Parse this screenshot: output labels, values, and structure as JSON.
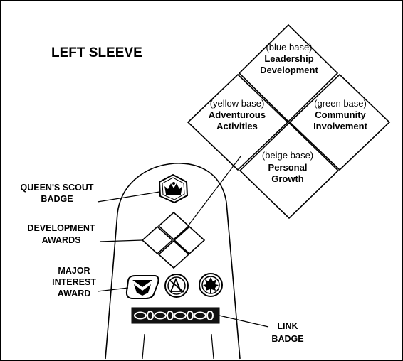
{
  "title": "LEFT SLEEVE",
  "diamonds": {
    "top": {
      "base": "(blue base)",
      "line1": "Leadership",
      "line2": "Development"
    },
    "left": {
      "base": "(yellow base)",
      "line1": "Adventurous",
      "line2": "Activities"
    },
    "right": {
      "base": "(green base)",
      "line1": "Community",
      "line2": "Involvement"
    },
    "bottom": {
      "base": "(beige base)",
      "line1": "Personal",
      "line2": "Growth"
    }
  },
  "labels": {
    "queens_scout": {
      "line1": "QUEEN'S SCOUT",
      "line2": "BADGE"
    },
    "development": {
      "line1": "DEVELOPMENT",
      "line2": "AWARDS"
    },
    "major_interest": {
      "line1": "MAJOR",
      "line2": "INTEREST",
      "line3": "AWARD"
    },
    "link": {
      "line1": "LINK",
      "line2": "BADGE"
    }
  },
  "icons": [
    "crown-badge-icon",
    "development-diamonds-icon",
    "major-interest-badge-icon",
    "outdoor-badge-icon",
    "maple-leaf-badge-icon",
    "chain-link-icon"
  ]
}
